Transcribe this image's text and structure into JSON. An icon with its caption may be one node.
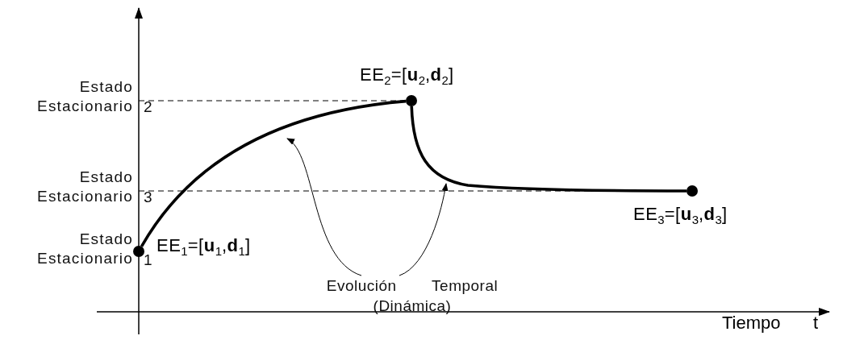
{
  "diagram": {
    "nodes": [
      {
        "text": [],
        "shape": "circle",
        "beside": [
          "EE$_{1}$=[**u**$_{1}$,**d**$_{1}$]"
        ]
      },
      {
        "text": [],
        "shape": "circle",
        "beside": [
          "EE$_{2}$=[**u**$_{2}$,**d**$_{2}$]"
        ]
      },
      {
        "text": [],
        "shape": "circle",
        "beside": [
          "EE$_{3}$=[**u**$_{3}$,**d**$_{3}$]"
        ]
      },
      {
        "text": [
          "Evolución Temporal (Dinámica)"
        ]
      }
    ],
    "edges": [
      {
        "from": 0,
        "to": 1,
        "arrow": "none",
        "style": "thick"
      },
      {
        "from": 1,
        "to": 2,
        "arrow": "none",
        "style": "thick"
      },
      {
        "from": 3,
        "to": null,
        "arrow": "to"
      },
      {
        "from": 3,
        "to": null,
        "arrow": "to"
      }
    ],
    "labels": [
      "Estado Estacionario",
      "2",
      "Estado Estacionario",
      "3",
      "Estado Estacionario",
      "1",
      "Tiempo",
      "t"
    ]
  }
}
